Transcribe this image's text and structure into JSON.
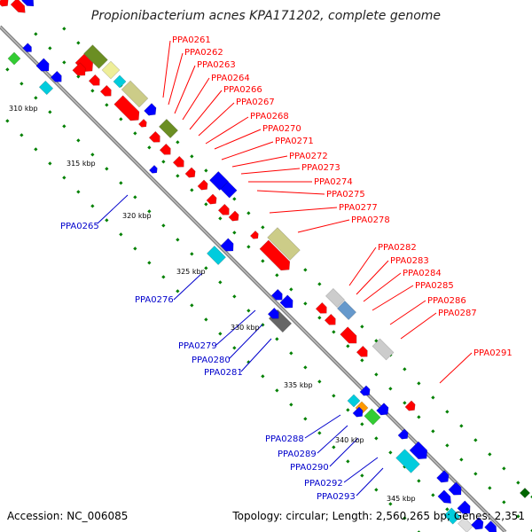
{
  "title": "Propionibacterium acnes KPA171202, complete genome",
  "accession": "Accession: NC_006085",
  "summary": "Topology: circular; Length: 2,560,265 bp; Genes: 2,351",
  "colors": {
    "red_label": "#ff0000",
    "blue_label": "#0000cc",
    "backbone": "#808080",
    "dots": "#008000"
  },
  "rulers": [
    "310 kbp",
    "315 kbp",
    "320 kbp",
    "325 kbp",
    "330 kbp",
    "335 kbp",
    "340 kbp",
    "345 kbp"
  ],
  "red_labels": [
    "PPA0261",
    "PPA0262",
    "PPA0263",
    "PPA0264",
    "PPA0266",
    "PPA0267",
    "PPA0268",
    "PPA0270",
    "PPA0271",
    "PPA0272",
    "PPA0273",
    "PPA0274",
    "PPA0275",
    "PPA0277",
    "PPA0278",
    "PPA0282",
    "PPA0283",
    "PPA0284",
    "PPA0285",
    "PPA0286",
    "PPA0287",
    "PPA0291"
  ],
  "blue_labels": [
    "PPA0265",
    "PPA0276",
    "PPA0279",
    "PPA0280",
    "PPA0281",
    "PPA0288",
    "PPA0289",
    "PPA0290",
    "PPA0292",
    "PPA0293"
  ]
}
